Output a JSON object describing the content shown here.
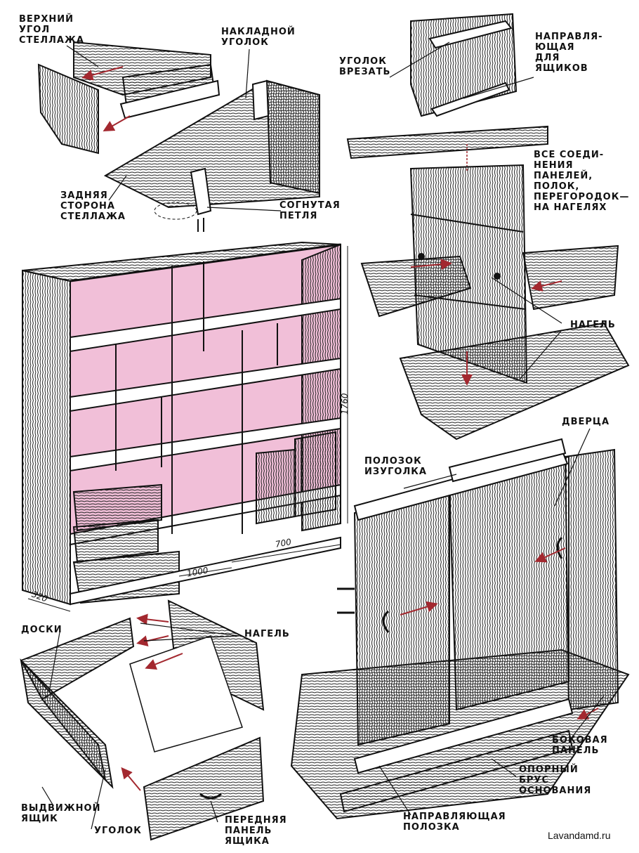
{
  "labels": {
    "top_corner": "ВЕРХНИЙ\nУГОЛ\nСТЕЛЛАЖА",
    "overlay_angle": "НАКЛАДНОЙ\nУГОЛОК",
    "cut_angle": "УГОЛОК\nВРЕЗАТЬ",
    "drawer_guide": "НАПРАВЛЯ-\nЮЩАЯ\nДЛЯ\nЯЩИКОВ",
    "back_side": "ЗАДНЯЯ\nСТОРОНА\nСТЕЛЛАЖА",
    "bent_hinge": "СОГНУТАЯ\nПЕТЛЯ",
    "dowel_joints": "ВСЕ СОЕДИ-\nНЕНИЯ\nПАНЕЛЕЙ,\nПОЛОК,\nПЕРЕГОРОДОК—\nНА НАГЕЛЯХ",
    "dowel_1": "НАГЕЛЬ",
    "door": "ДВЕРЦА",
    "angle_slide": "ПОЛОЗОК\nИЗУГОЛКА",
    "boards": "ДОСКИ",
    "dowel_2": "НАГЕЛЬ",
    "side_panel": "БОКОВАЯ\nПАНЕЛЬ",
    "support_beam": "ОПОРНЫЙ\nБРУС\nОСНОВАНИЯ",
    "pull_drawer": "ВЫДВИЖНОЙ\nЯЩИК",
    "corner": "УГОЛОК",
    "front_panel": "ПЕРЕДНЯЯ\nПАНЕЛЬ\nЯЩИКА",
    "guide_slide": "НАПРАВЛЯЮЩАЯ\nПОЛОЗКА"
  },
  "dimensions": {
    "height": "1760",
    "depth": "320",
    "width": "1000",
    "section": "700"
  },
  "watermark": "Lavandamd.ru",
  "colors": {
    "ink": "#111111",
    "accent_pink": "#e58ab8",
    "arrow_red": "#a3282f"
  }
}
